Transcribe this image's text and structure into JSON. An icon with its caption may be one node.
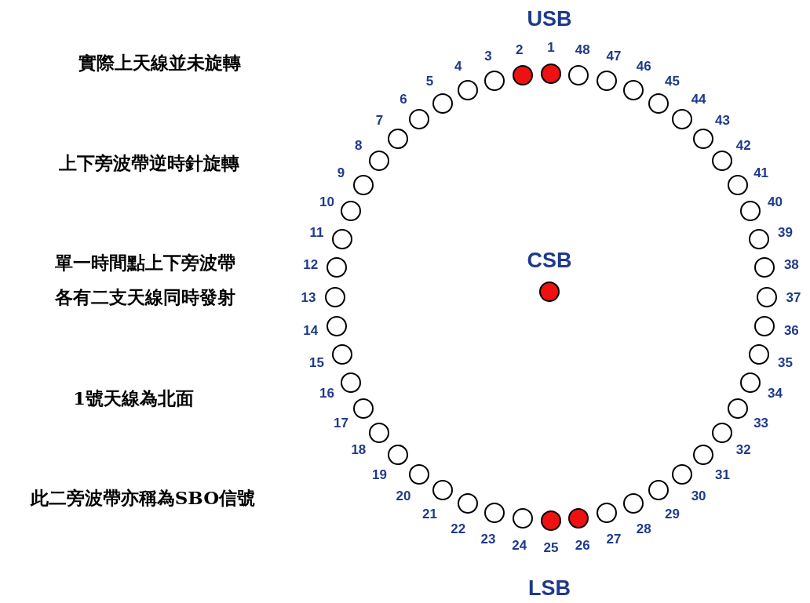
{
  "diagram": {
    "nodes": [
      {
        "text": [],
        "shape": "circle",
        "beside": [
          "1"
        ]
      },
      {
        "text": [],
        "shape": "circle",
        "beside": [
          "2"
        ]
      },
      {
        "text": [],
        "shape": "circle",
        "beside": [
          "3"
        ]
      },
      {
        "text": [],
        "shape": "circle",
        "beside": [
          "4"
        ]
      },
      {
        "text": [],
        "shape": "circle",
        "beside": [
          "5"
        ]
      },
      {
        "text": [],
        "shape": "circle",
        "beside": [
          "6"
        ]
      },
      {
        "text": [],
        "shape": "circle",
        "beside": [
          "7"
        ]
      },
      {
        "text": [],
        "shape": "circle",
        "beside": [
          "8"
        ]
      },
      {
        "text": [],
        "shape": "circle",
        "beside": [
          "9"
        ]
      },
      {
        "text": [],
        "shape": "circle",
        "beside": [
          "10"
        ]
      },
      {
        "text": [],
        "shape": "circle",
        "beside": [
          "11"
        ]
      },
      {
        "text": [],
        "shape": "circle",
        "beside": [
          "12"
        ]
      },
      {
        "text": [],
        "shape": "circle",
        "beside": [
          "13"
        ]
      },
      {
        "text": [],
        "shape": "circle",
        "beside": [
          "14"
        ]
      },
      {
        "text": [],
        "shape": "circle",
        "beside": [
          "15"
        ]
      },
      {
        "text": [],
        "shape": "circle",
        "beside": [
          "16"
        ]
      },
      {
        "text": [],
        "shape": "circle",
        "beside": [
          "17"
        ]
      },
      {
        "text": [],
        "shape": "circle",
        "beside": [
          "18"
        ]
      },
      {
        "text": [],
        "shape": "circle",
        "beside": [
          "19"
        ]
      },
      {
        "text": [],
        "shape": "circle",
        "beside": [
          "20"
        ]
      },
      {
        "text": [],
        "shape": "circle",
        "beside": [
          "21"
        ]
      },
      {
        "text": [],
        "shape": "circle",
        "beside": [
          "22"
        ]
      },
      {
        "text": [],
        "shape": "circle",
        "beside": [
          "23"
        ]
      },
      {
        "text": [],
        "shape": "circle",
        "beside": [
          "24"
        ]
      },
      {
        "text": [],
        "shape": "circle",
        "beside": [
          "25"
        ]
      },
      {
        "text": [],
        "shape": "circle",
        "beside": [
          "26"
        ]
      },
      {
        "text": [],
        "shape": "circle",
        "beside": [
          "27"
        ]
      },
      {
        "text": [],
        "shape": "circle",
        "beside": [
          "28"
        ]
      },
      {
        "text": [],
        "shape": "circle",
        "beside": [
          "29"
        ]
      },
      {
        "text": [],
        "shape": "circle",
        "beside": [
          "30"
        ]
      },
      {
        "text": [],
        "shape": "circle",
        "beside": [
          "31"
        ]
      },
      {
        "text": [],
        "shape": "circle",
        "beside": [
          "32"
        ]
      },
      {
        "text": [],
        "shape": "circle",
        "beside": [
          "33"
        ]
      },
      {
        "text": [],
        "shape": "circle",
        "beside": [
          "34"
        ]
      },
      {
        "text": [],
        "shape": "circle",
        "beside": [
          "35"
        ]
      },
      {
        "text": [],
        "shape": "circle",
        "beside": [
          "36"
        ]
      },
      {
        "text": [],
        "shape": "circle",
        "beside": [
          "37"
        ]
      },
      {
        "text": [],
        "shape": "circle",
        "beside": [
          "38"
        ]
      },
      {
        "text": [],
        "shape": "circle",
        "beside": [
          "39"
        ]
      },
      {
        "text": [],
        "shape": "circle",
        "beside": [
          "40"
        ]
      },
      {
        "text": [],
        "shape": "circle",
        "beside": [
          "41"
        ]
      },
      {
        "text": [],
        "shape": "circle",
        "beside": [
          "42"
        ]
      },
      {
        "text": [],
        "shape": "circle",
        "beside": [
          "43"
        ]
      },
      {
        "text": [],
        "shape": "circle",
        "beside": [
          "44"
        ]
      },
      {
        "text": [],
        "shape": "circle",
        "beside": [
          "45"
        ]
      },
      {
        "text": [],
        "shape": "circle",
        "beside": [
          "46"
        ]
      },
      {
        "text": [],
        "shape": "circle",
        "beside": [
          "47"
        ]
      },
      {
        "text": [],
        "shape": "circle",
        "beside": [
          "48"
        ]
      },
      {
        "text": [],
        "shape": "circle",
        "beside": [
          "CSB"
        ]
      }
    ],
    "labels": [
      "USB",
      "實際上天線並未旋轉",
      "上下旁波帶逆時針旋轉",
      "單一時間點上下旁波帶各有二支天線同時發射",
      "1號天線為北面",
      "此二旁波帶亦稱為SBO信號",
      "LSB"
    ]
  }
}
